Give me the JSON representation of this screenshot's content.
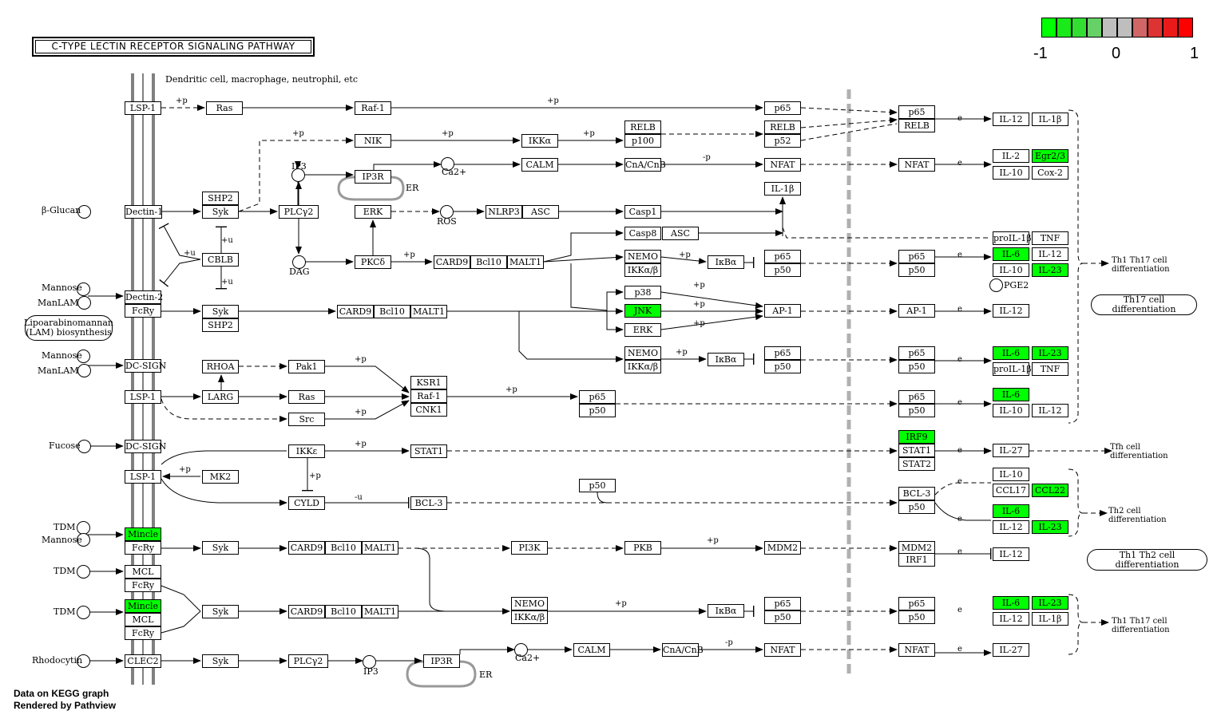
{
  "title": "C-TYPE LECTIN RECEPTOR SIGNALING PATHWAY",
  "subtitle": "Dendritic cell, macrophage, neutrophil, etc",
  "footer": {
    "line1": "Data on KEGG graph",
    "line2": "Rendered by Pathview"
  },
  "legend": {
    "colors": [
      "#00ff00",
      "#1aea1a",
      "#33de33",
      "#66d166",
      "#bebebe",
      "#bebebe",
      "#d16666",
      "#de3333",
      "#ea1a1a",
      "#ff0000"
    ],
    "labels": [
      "-1",
      "0",
      "1"
    ]
  },
  "highlight_color": "#00ff00",
  "genes": {
    "lsp1a": "LSP-1",
    "dectin1": "Dectin-1",
    "dectin2": "Dectin-2",
    "fcry1": "FcRy",
    "dcsign1": "DC-SIGN",
    "lsp1b": "LSP-1",
    "dcsign2": "DC-SIGN",
    "lsp1c": "LSP-1",
    "mincle1": "Mincle",
    "fcry2": "FcRy",
    "mcl1": "MCL",
    "fcry3": "FcRy",
    "mincle2": "Mincle",
    "mcl2": "MCL",
    "fcry4": "FcRy",
    "clec2": "CLEC2",
    "ras1": "Ras",
    "raf1": "Raf-1",
    "shp2a": "SHP2",
    "syk1": "Syk",
    "nik": "NIK",
    "ikka": "IKKα",
    "relb1": "RELB",
    "p100": "p100",
    "ip3r1": "IP3R",
    "calm1": "CALM",
    "cnacnb1": "CnA/CnB",
    "plcg1": "PLCγ2",
    "erk1": "ERK",
    "nlrp3": "NLRP3",
    "asc1": "ASC",
    "casp1": "Casp1",
    "casp8": "Casp8",
    "asc2": "ASC",
    "cblb": "CBLB",
    "pkcd": "PKCδ",
    "card9a": "CARD9",
    "bcl10a": "Bcl10",
    "malt1a": "MALT1",
    "nemo1": "NEMO",
    "ikkab1": "IKKα/β",
    "ikba1": "IκBα",
    "p38": "p38",
    "jnk": "JNK",
    "erk2": "ERK",
    "syk2": "Syk",
    "shp2b": "SHP2",
    "card9b": "CARD9",
    "bcl10b": "Bcl10",
    "malt1b": "MALT1",
    "nemo2": "NEMO",
    "ikkab2": "IKKα/β",
    "ikba2": "IκBα",
    "rhoa": "RHOA",
    "pak1": "Pak1",
    "larg": "LARG",
    "ras2": "Ras",
    "src": "Src",
    "ksr1": "KSR1",
    "raf1b": "Raf-1",
    "cnk1": "CNK1",
    "p65g": "p65",
    "p50g": "p50",
    "ikke": "IKKε",
    "stat1a": "STAT1",
    "mk2": "MK2",
    "cyld": "CYLD",
    "bcl3a": "BCL-3",
    "p50float": "p50",
    "syk3": "Syk",
    "card9c": "CARD9",
    "bcl10c": "Bcl10",
    "malt1c": "MALT1",
    "pi3k": "PI3K",
    "pkb": "PKB",
    "mdm2a": "MDM2",
    "syk4": "Syk",
    "card9d": "CARD9",
    "bcl10d": "Bcl10",
    "malt1d": "MALT1",
    "nemo3": "NEMO",
    "ikkab3": "IKKα/β",
    "ikba3": "IκBα",
    "syk5": "Syk",
    "plcg2": "PLCγ2",
    "ip3r2": "IP3R",
    "calm2": "CALM",
    "cnacnb2": "CnA/CnB",
    "p65a": "p65",
    "relb2": "RELB",
    "p52": "p52",
    "nfat1": "NFAT",
    "il1b1": "IL-1β",
    "p65b": "p65",
    "p50b": "p50",
    "ap1a": "AP-1",
    "p65c": "p65",
    "p50c": "p50",
    "p65h": "p65",
    "p50h": "p50",
    "nfat2": "NFAT",
    "p65n1": "p65",
    "relbn": "RELB",
    "nfatn1": "NFAT",
    "p65n2": "p65",
    "p50n2": "p50",
    "ap1n": "AP-1",
    "p65n3": "p65",
    "p50n3": "p50",
    "p65n4": "p65",
    "p50n4": "p50",
    "irf9": "IRF9",
    "stat1n": "STAT1",
    "stat2n": "STAT2",
    "bcl3n": "BCL-3",
    "p50n5": "p50",
    "mdm2n": "MDM2",
    "irf1n": "IRF1",
    "p65n6": "p65",
    "p50n6": "p50",
    "nfatn2": "NFAT",
    "t_il12a": "IL-12",
    "t_il1ba": "IL-1β",
    "t_il2": "IL-2",
    "t_egr": "Egr2/3",
    "t_il10a": "IL-10",
    "t_cox2": "Cox-2",
    "t_proil1b": "proIL-1β",
    "t_tnf1": "TNF",
    "t_il6a": "IL-6",
    "t_il12b": "IL-12",
    "t_il10b": "IL-10",
    "t_il23a": "IL-23",
    "t_il12c": "IL-12",
    "t_il6b": "IL-6",
    "t_il23b": "IL-23",
    "t_proil1b2": "proIL-1β",
    "t_tnf2": "TNF",
    "t_il6c": "IL-6",
    "t_il10c": "IL-10",
    "t_il12d": "IL-12",
    "t_il27a": "IL-27",
    "t_il10d": "IL-10",
    "t_ccl17": "CCL17",
    "t_ccl22": "CCL22",
    "t_il6d": "IL-6",
    "t_il12e": "IL-12",
    "t_il23c": "IL-23",
    "t_il12f": "IL-12",
    "t_il6e": "IL-6",
    "t_il23d": "IL-23",
    "t_il12g": "IL-12",
    "t_il1bb": "IL-1β",
    "t_il27b": "IL-27"
  },
  "highlighted": [
    "mincle1",
    "mincle2",
    "jnk",
    "irf9",
    "t_egr",
    "t_il6a",
    "t_il23a",
    "t_il6b",
    "t_il23b",
    "t_il6c",
    "t_ccl22",
    "t_il6d",
    "t_il23c",
    "t_il6e",
    "t_il23d"
  ],
  "compounds": {
    "bglucan": "β-Glucan",
    "mannose1": "Mannose",
    "manlam1": "ManLAM",
    "mannose2": "Mannose",
    "manlam2": "ManLAM",
    "fucose": "Fucose",
    "tdm1": "TDM",
    "mannose3": "Mannose",
    "tdm2": "TDM",
    "tdm3": "TDM",
    "rhodocytin": "Rhodocytin",
    "ip3a": "IP3",
    "ca1": "Ca2+",
    "ros": "ROS",
    "dag": "DAG",
    "pge2": "PGE2",
    "ip3b": "IP3",
    "ca2": "Ca2+"
  },
  "labels": {
    "er1": "ER",
    "er2": "ER",
    "lam": "Lipoarabinomannan (LAM) biosynthesis",
    "th17": "Th17 cell differentiation",
    "th1th17a": "Th1 Th17 cell differentiation",
    "tfh": "Tfh cell differentiation",
    "th2": "Th2 cell differentiation",
    "th1th2": "Th1 Th2  cell differentiation",
    "th1th17b": "Th1 Th17 cell differentiation",
    "p_pu": "+p",
    "p_u": "+u",
    "p_mp": "-p",
    "p_mu": "-u",
    "e": "e"
  }
}
